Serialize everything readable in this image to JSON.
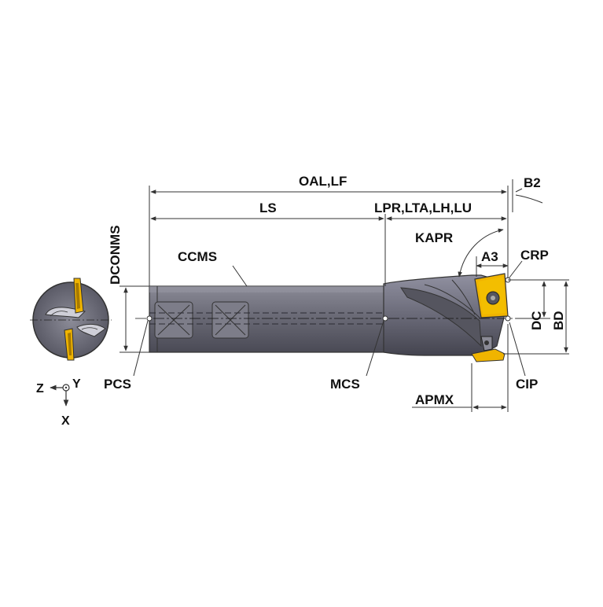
{
  "labels": {
    "oal_lf": "OAL,LF",
    "b2": "B2",
    "ls": "LS",
    "lpr": "LPR,LTA,LH,LU",
    "dconms": "DCONMS",
    "ccms": "CCMS",
    "kapr": "KAPR",
    "a3": "A3",
    "crp": "CRP",
    "dc": "DC",
    "bd": "BD",
    "pcs": "PCS",
    "mcs": "MCS",
    "cip": "CIP",
    "apmx": "APMX",
    "axis_z": "Z",
    "axis_y": "Y",
    "axis_x": "X"
  },
  "colors": {
    "tool_body": "#6f6f7b",
    "tool_dark": "#3e3e48",
    "tool_light": "#9a9aa6",
    "insert": "#f0b400",
    "insert_dark": "#a87a00",
    "dimension": "#333333"
  }
}
